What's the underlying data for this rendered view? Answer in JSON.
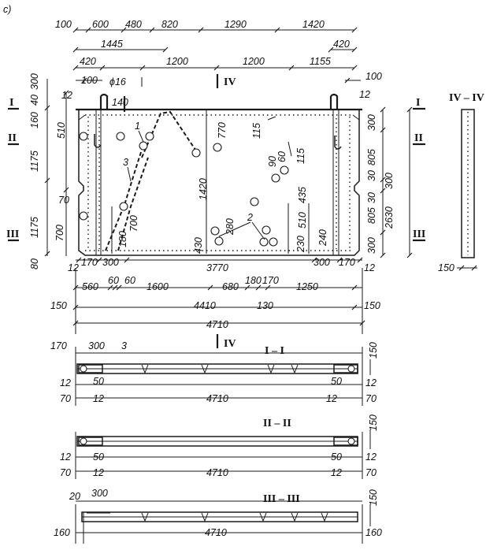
{
  "figure_label": "c)",
  "plan": {
    "top_dims_row1": [
      "100",
      "600",
      "480",
      "820",
      "1290",
      "1420"
    ],
    "top_dims_row2": [
      "1445",
      "420"
    ],
    "top_dims_row3": [
      "420",
      "1200",
      "1200",
      "1155"
    ],
    "top_dims_row4": [
      "100",
      "100"
    ],
    "phi": "ϕ16",
    "dim_12_left": "12",
    "dim_12_right": "12",
    "dim_140": "140",
    "left_vertical_dims": [
      "300",
      "40",
      "160",
      "510",
      "1175",
      "1175",
      "700",
      "80"
    ],
    "dim_70": "70",
    "right_vertical_dims": [
      "300",
      "805",
      "30",
      "300",
      "2630",
      "805",
      "30",
      "300"
    ],
    "interior_dims": [
      "770",
      "115",
      "90",
      "60",
      "115",
      "435",
      "510",
      "1420",
      "700",
      "180",
      "430",
      "280",
      "230",
      "240"
    ],
    "callouts": [
      "1",
      "2",
      "3"
    ],
    "bottom_dims_row1": [
      "12",
      "170",
      "300",
      "3770",
      "300",
      "170",
      "12"
    ],
    "bottom_dims_row2": [
      "560",
      "60",
      "60",
      "1600",
      "680",
      "180",
      "170",
      "1250"
    ],
    "bottom_dims_row3": [
      "150",
      "4410",
      "130",
      "150"
    ],
    "bottom_dims_row4": [
      "4710"
    ]
  },
  "section_labels": {
    "sec1": "I",
    "sec2": "II",
    "sec3": "III",
    "sec4": "IV",
    "sec4_title": "IV – IV",
    "sec1_title": "I – I",
    "sec2_title": "II – II",
    "sec3_title": "III – III"
  },
  "section_IV": {
    "dim_150": "150"
  },
  "section_I": {
    "dims": [
      "170",
      "300",
      "3",
      "150",
      "12",
      "50",
      "50",
      "12",
      "70",
      "12",
      "4710",
      "12",
      "70"
    ]
  },
  "section_II": {
    "dims": [
      "150",
      "12",
      "50",
      "50",
      "12",
      "70",
      "12",
      "4710",
      "12",
      "70"
    ]
  },
  "section_III": {
    "dims": [
      "20",
      "300",
      "150",
      "160",
      "4710",
      "160"
    ]
  }
}
